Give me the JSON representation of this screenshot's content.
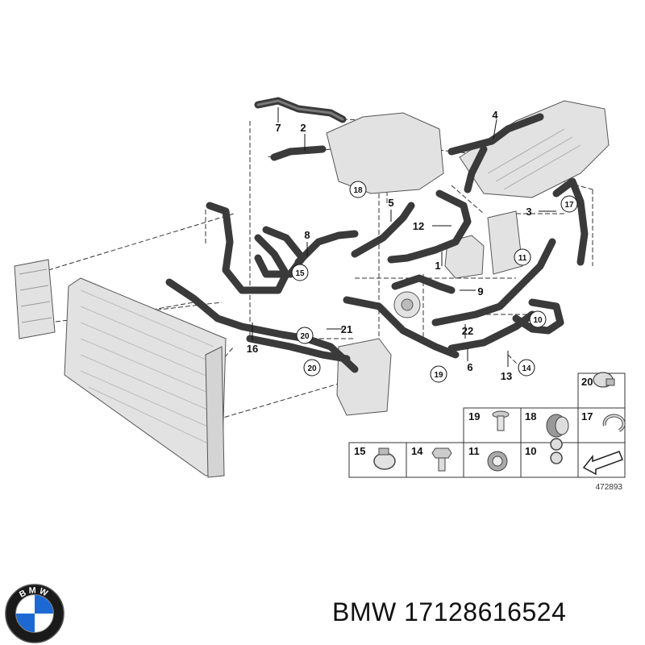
{
  "callouts": [
    "1",
    "2",
    "3",
    "4",
    "5",
    "6",
    "7",
    "8",
    "9",
    "10",
    "11",
    "12",
    "13",
    "14",
    "15",
    "16",
    "17",
    "18",
    "19",
    "20",
    "21",
    "22"
  ],
  "legend": [
    {
      "number": "20",
      "icon": "hose-clamp-band"
    },
    {
      "number": "19",
      "icon": "expanding-rivet"
    },
    {
      "number": "18",
      "icon": "corrugated-sleeve"
    },
    {
      "number": "17",
      "icon": "spring-clip"
    },
    {
      "number": "15",
      "icon": "hose-clamp"
    },
    {
      "number": "14",
      "icon": "hex-bolt"
    },
    {
      "number": "11",
      "icon": "clamp-sleeve"
    },
    {
      "number": "10",
      "icon": "holder-clip"
    },
    {
      "number": "",
      "icon": "direction-arrow"
    }
  ],
  "diagram_id": "472893",
  "logo": {
    "text": "BMW",
    "colors": {
      "blue": "#1c69d4",
      "ring": "#1a1a1a",
      "white": "#ffffff"
    }
  },
  "footer": {
    "brand_part": "BMW 17128616524"
  }
}
